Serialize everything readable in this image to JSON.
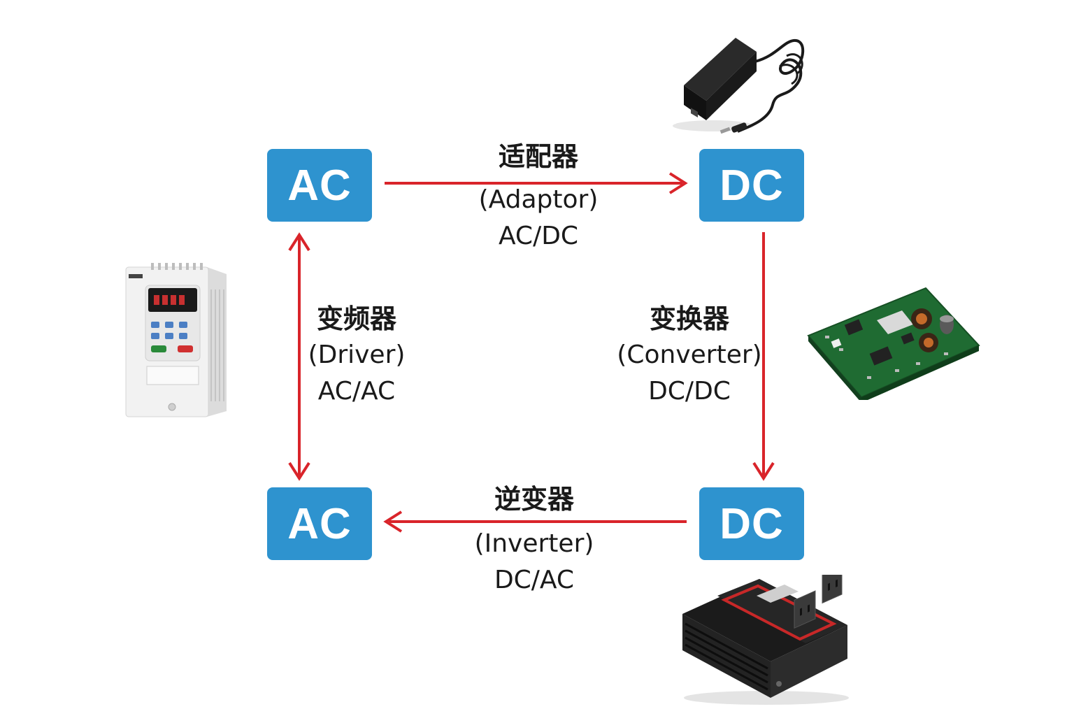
{
  "colors": {
    "node": "#2e93cf",
    "arrow": "#d9242a",
    "text": "#1a1a1a"
  },
  "nodes": {
    "ac_top": "AC",
    "dc_top": "DC",
    "ac_bottom": "AC",
    "dc_bottom": "DC"
  },
  "links": {
    "adaptor": {
      "name_cn": "适配器",
      "name_en": "(Adaptor)",
      "type": "AC/DC"
    },
    "driver": {
      "name_cn": "变频器",
      "name_en": "(Driver)",
      "type": "AC/AC"
    },
    "converter": {
      "name_cn": "变换器",
      "name_en": "(Converter)",
      "type": "DC/DC"
    },
    "inverter": {
      "name_cn": "逆变器",
      "name_en": "(Inverter)",
      "type": "DC/AC"
    }
  },
  "devices": {
    "adaptor": "power-adapter-icon",
    "driver": "frequency-drive-icon",
    "converter": "pcb-board-icon",
    "inverter": "power-inverter-icon"
  }
}
